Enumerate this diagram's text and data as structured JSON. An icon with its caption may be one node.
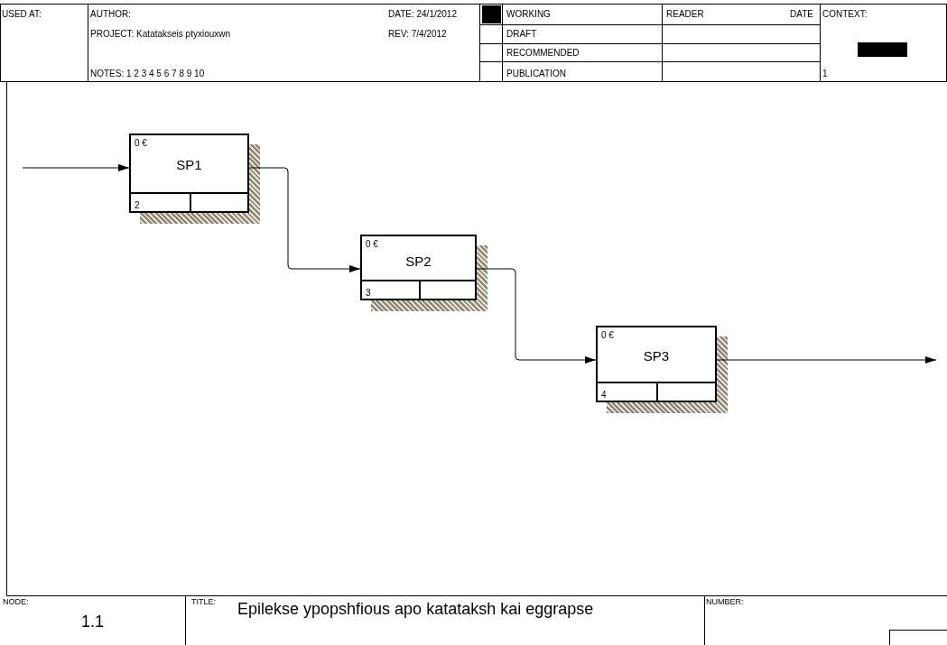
{
  "diagram": {
    "title": "Epilekse ypopshfious apo katataksh kai eggrapse",
    "nodes": [
      {
        "text": [
          "0 €",
          "SP1",
          "2"
        ]
      },
      {
        "text": [
          "0 €",
          "SP2",
          "3"
        ]
      },
      {
        "text": [
          "0 €",
          "SP3",
          "4"
        ]
      }
    ],
    "edges": [
      {
        "from": null,
        "to": 0,
        "arrow": "to"
      },
      {
        "from": 0,
        "to": 1,
        "arrow": "to"
      },
      {
        "from": 1,
        "to": 2,
        "arrow": "to"
      },
      {
        "from": 2,
        "to": null,
        "arrow": "to"
      }
    ],
    "labels": [
      "USED AT:",
      "AUTHOR:",
      "DATE: 24/1/2012",
      "WORKING",
      "READER",
      "DATE",
      "CONTEXT:",
      "PROJECT: Katatakseis ptyxiouxwn",
      "REV: 7/4/2012",
      "DRAFT",
      "RECOMMENDED",
      "NOTES: 1 2 3 4 5 6 7 8 9 10",
      "PUBLICATION",
      "1",
      "NODE:",
      "1.1",
      "TITLE:",
      "NUMBER:"
    ]
  }
}
